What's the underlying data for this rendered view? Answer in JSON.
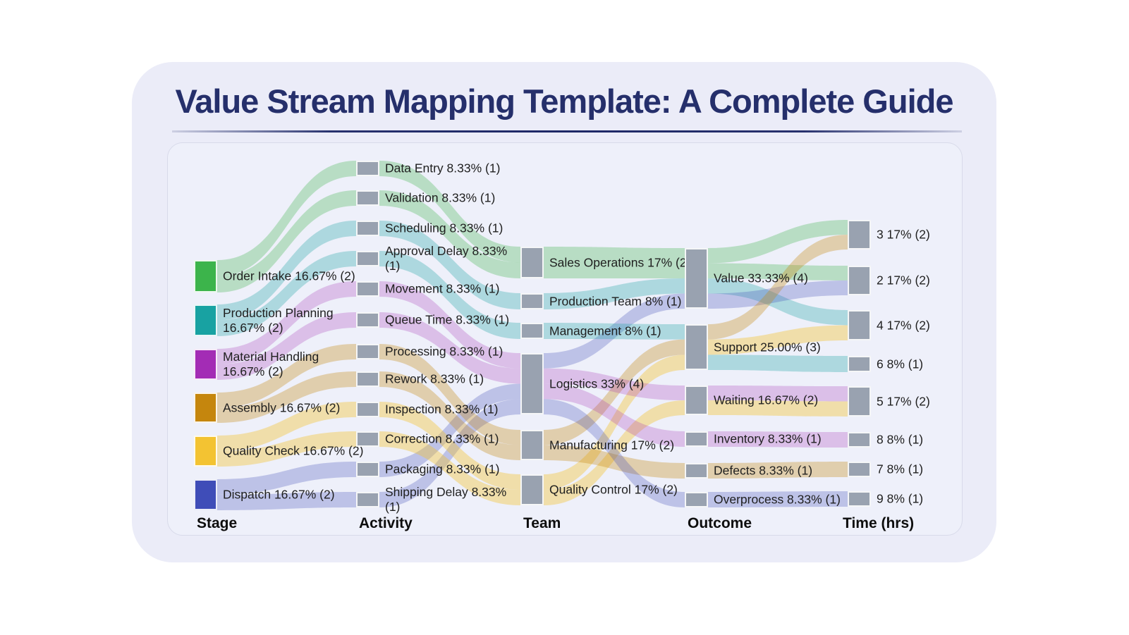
{
  "page": {
    "title": "Value Stream Mapping Template: A Complete Guide"
  },
  "chart_data": {
    "type": "sankey",
    "title": "Value Stream Mapping Template: A Complete Guide",
    "column_headers": [
      "Stage",
      "Activity",
      "Team",
      "Outcome",
      "Time (hrs)"
    ],
    "total_units": 12,
    "palette": {
      "node_gray": "#99A2B0",
      "green": "#3CB44B",
      "teal": "#18A2A2",
      "purple": "#A32CB5",
      "amber": "#C5860D",
      "yellow": "#F3C332",
      "indigo": "#3F4DB8",
      "link_green": "rgba(59,180,74,0.30)",
      "link_teal": "rgba(24,162,162,0.30)",
      "link_purple": "rgba(163,44,181,0.25)",
      "link_amber": "rgba(197,134,13,0.32)",
      "link_yellow": "rgba(243,195,50,0.40)",
      "link_indigo": "rgba(63,77,184,0.28)",
      "title_color": "#252F6B",
      "card_bg": "#EEF0FA",
      "container_bg": "#EBECF8"
    },
    "nodes": [
      {
        "id": "order-intake",
        "column": "Stage",
        "label": "Order Intake 16.67% (2)",
        "units": 2,
        "color": "#3CB44B"
      },
      {
        "id": "production-planning",
        "column": "Stage",
        "label": "Production Planning\n16.67% (2)",
        "units": 2,
        "color": "#18A2A2"
      },
      {
        "id": "material-handling",
        "column": "Stage",
        "label": "Material Handling\n16.67% (2)",
        "units": 2,
        "color": "#A32CB5"
      },
      {
        "id": "assembly",
        "column": "Stage",
        "label": "Assembly 16.67% (2)",
        "units": 2,
        "color": "#C5860D"
      },
      {
        "id": "quality-check",
        "column": "Stage",
        "label": "Quality Check 16.67% (2)",
        "units": 2,
        "color": "#F3C332"
      },
      {
        "id": "dispatch",
        "column": "Stage",
        "label": "Dispatch 16.67% (2)",
        "units": 2,
        "color": "#3F4DB8"
      },
      {
        "id": "data-entry",
        "column": "Activity",
        "label": "Data Entry 8.33% (1)",
        "units": 1
      },
      {
        "id": "validation",
        "column": "Activity",
        "label": "Validation 8.33% (1)",
        "units": 1
      },
      {
        "id": "scheduling",
        "column": "Activity",
        "label": "Scheduling 8.33% (1)",
        "units": 1
      },
      {
        "id": "approval-delay",
        "column": "Activity",
        "label": "Approval Delay 8.33%\n(1)",
        "units": 1
      },
      {
        "id": "movement",
        "column": "Activity",
        "label": "Movement 8.33% (1)",
        "units": 1
      },
      {
        "id": "queue-time",
        "column": "Activity",
        "label": "Queue Time 8.33% (1)",
        "units": 1
      },
      {
        "id": "processing",
        "column": "Activity",
        "label": "Processing 8.33% (1)",
        "units": 1
      },
      {
        "id": "rework",
        "column": "Activity",
        "label": "Rework 8.33% (1)",
        "units": 1
      },
      {
        "id": "inspection",
        "column": "Activity",
        "label": "Inspection 8.33% (1)",
        "units": 1
      },
      {
        "id": "correction",
        "column": "Activity",
        "label": "Correction 8.33% (1)",
        "units": 1
      },
      {
        "id": "packaging",
        "column": "Activity",
        "label": "Packaging 8.33% (1)",
        "units": 1
      },
      {
        "id": "shipping-delay",
        "column": "Activity",
        "label": "Shipping Delay 8.33%\n(1)",
        "units": 1
      },
      {
        "id": "sales-operations",
        "column": "Team",
        "label": "Sales Operations 17% (2)",
        "units": 2
      },
      {
        "id": "production-team",
        "column": "Team",
        "label": "Production Team 8% (1)",
        "units": 1
      },
      {
        "id": "management",
        "column": "Team",
        "label": "Management 8% (1)",
        "units": 1
      },
      {
        "id": "logistics",
        "column": "Team",
        "label": "Logistics 33% (4)",
        "units": 4
      },
      {
        "id": "manufacturing",
        "column": "Team",
        "label": "Manufacturing 17% (2)",
        "units": 2
      },
      {
        "id": "quality-control",
        "column": "Team",
        "label": "Quality Control 17% (2)",
        "units": 2
      },
      {
        "id": "value",
        "column": "Outcome",
        "label": "Value 33.33% (4)",
        "units": 4
      },
      {
        "id": "support",
        "column": "Outcome",
        "label": "Support 25.00% (3)",
        "units": 3
      },
      {
        "id": "waiting",
        "column": "Outcome",
        "label": "Waiting 16.67% (2)",
        "units": 2
      },
      {
        "id": "inventory",
        "column": "Outcome",
        "label": "Inventory 8.33% (1)",
        "units": 1
      },
      {
        "id": "defects",
        "column": "Outcome",
        "label": "Defects 8.33% (1)",
        "units": 1
      },
      {
        "id": "overprocess",
        "column": "Outcome",
        "label": "Overprocess 8.33% (1)",
        "units": 1
      },
      {
        "id": "t3",
        "column": "Time (hrs)",
        "label": "3 17% (2)",
        "units": 2
      },
      {
        "id": "t2",
        "column": "Time (hrs)",
        "label": "2 17% (2)",
        "units": 2
      },
      {
        "id": "t4",
        "column": "Time (hrs)",
        "label": "4 17% (2)",
        "units": 2
      },
      {
        "id": "t6",
        "column": "Time (hrs)",
        "label": "6 8% (1)",
        "units": 1
      },
      {
        "id": "t5",
        "column": "Time (hrs)",
        "label": "5 17% (2)",
        "units": 2
      },
      {
        "id": "t8",
        "column": "Time (hrs)",
        "label": "8 8% (1)",
        "units": 1
      },
      {
        "id": "t7",
        "column": "Time (hrs)",
        "label": "7 8% (1)",
        "units": 1
      },
      {
        "id": "t9",
        "column": "Time (hrs)",
        "label": "9 8% (1)",
        "units": 1
      }
    ],
    "links": [
      {
        "s": "order-intake",
        "t": "data-entry",
        "v": 1,
        "c": "link_green"
      },
      {
        "s": "order-intake",
        "t": "validation",
        "v": 1,
        "c": "link_green"
      },
      {
        "s": "production-planning",
        "t": "scheduling",
        "v": 1,
        "c": "link_teal"
      },
      {
        "s": "production-planning",
        "t": "approval-delay",
        "v": 1,
        "c": "link_teal"
      },
      {
        "s": "material-handling",
        "t": "movement",
        "v": 1,
        "c": "link_purple"
      },
      {
        "s": "material-handling",
        "t": "queue-time",
        "v": 1,
        "c": "link_purple"
      },
      {
        "s": "assembly",
        "t": "processing",
        "v": 1,
        "c": "link_amber"
      },
      {
        "s": "assembly",
        "t": "rework",
        "v": 1,
        "c": "link_amber"
      },
      {
        "s": "quality-check",
        "t": "inspection",
        "v": 1,
        "c": "link_yellow"
      },
      {
        "s": "quality-check",
        "t": "correction",
        "v": 1,
        "c": "link_yellow"
      },
      {
        "s": "dispatch",
        "t": "packaging",
        "v": 1,
        "c": "link_indigo"
      },
      {
        "s": "dispatch",
        "t": "shipping-delay",
        "v": 1,
        "c": "link_indigo"
      },
      {
        "s": "data-entry",
        "t": "sales-operations",
        "v": 1,
        "c": "link_green"
      },
      {
        "s": "validation",
        "t": "sales-operations",
        "v": 1,
        "c": "link_green"
      },
      {
        "s": "scheduling",
        "t": "production-team",
        "v": 1,
        "c": "link_teal"
      },
      {
        "s": "approval-delay",
        "t": "management",
        "v": 1,
        "c": "link_teal"
      },
      {
        "s": "movement",
        "t": "logistics",
        "v": 1,
        "c": "link_purple"
      },
      {
        "s": "queue-time",
        "t": "logistics",
        "v": 1,
        "c": "link_purple"
      },
      {
        "s": "packaging",
        "t": "logistics",
        "v": 1,
        "c": "link_indigo"
      },
      {
        "s": "shipping-delay",
        "t": "logistics",
        "v": 1,
        "c": "link_indigo"
      },
      {
        "s": "processing",
        "t": "manufacturing",
        "v": 1,
        "c": "link_amber"
      },
      {
        "s": "rework",
        "t": "manufacturing",
        "v": 1,
        "c": "link_amber"
      },
      {
        "s": "inspection",
        "t": "quality-control",
        "v": 1,
        "c": "link_yellow"
      },
      {
        "s": "correction",
        "t": "quality-control",
        "v": 1,
        "c": "link_yellow"
      },
      {
        "s": "sales-operations",
        "t": "value",
        "v": 2,
        "c": "link_green"
      },
      {
        "s": "production-team",
        "t": "value",
        "v": 1,
        "c": "link_teal"
      },
      {
        "s": "logistics",
        "t": "value",
        "v": 1,
        "c": "link_indigo"
      },
      {
        "s": "management",
        "t": "support",
        "v": 1,
        "c": "link_teal"
      },
      {
        "s": "manufacturing",
        "t": "support",
        "v": 1,
        "c": "link_amber"
      },
      {
        "s": "quality-control",
        "t": "support",
        "v": 1,
        "c": "link_yellow"
      },
      {
        "s": "logistics",
        "t": "waiting",
        "v": 1,
        "c": "link_purple"
      },
      {
        "s": "quality-control",
        "t": "waiting",
        "v": 1,
        "c": "link_yellow"
      },
      {
        "s": "logistics",
        "t": "inventory",
        "v": 1,
        "c": "link_purple"
      },
      {
        "s": "manufacturing",
        "t": "defects",
        "v": 1,
        "c": "link_amber"
      },
      {
        "s": "logistics",
        "t": "overprocess",
        "v": 1,
        "c": "link_indigo"
      },
      {
        "s": "value",
        "t": "t3",
        "v": 1,
        "c": "link_green"
      },
      {
        "s": "value",
        "t": "t2",
        "v": 1,
        "c": "link_green"
      },
      {
        "s": "value",
        "t": "t4",
        "v": 1,
        "c": "link_teal"
      },
      {
        "s": "value",
        "t": "t2",
        "v": 1,
        "c": "link_indigo"
      },
      {
        "s": "support",
        "t": "t3",
        "v": 1,
        "c": "link_amber"
      },
      {
        "s": "support",
        "t": "t4",
        "v": 1,
        "c": "link_yellow"
      },
      {
        "s": "support",
        "t": "t6",
        "v": 1,
        "c": "link_teal"
      },
      {
        "s": "waiting",
        "t": "t5",
        "v": 1,
        "c": "link_purple"
      },
      {
        "s": "waiting",
        "t": "t5",
        "v": 1,
        "c": "link_yellow"
      },
      {
        "s": "inventory",
        "t": "t8",
        "v": 1,
        "c": "link_purple"
      },
      {
        "s": "defects",
        "t": "t7",
        "v": 1,
        "c": "link_amber"
      },
      {
        "s": "overprocess",
        "t": "t9",
        "v": 1,
        "c": "link_indigo"
      }
    ]
  }
}
